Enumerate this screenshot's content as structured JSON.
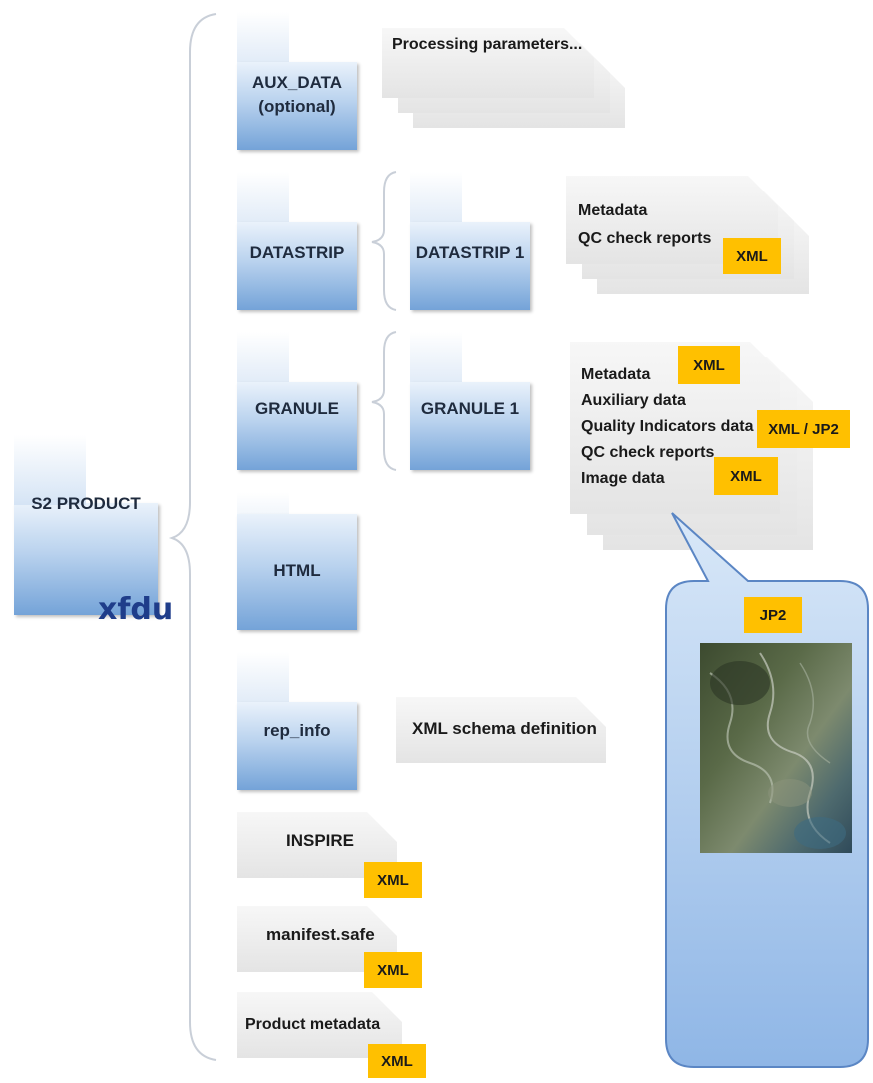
{
  "root": {
    "label": "S2 PRODUCT",
    "sublabel": "xfdu"
  },
  "folders": {
    "aux_data": {
      "line1": "AUX_DATA",
      "line2": "(optional)"
    },
    "datastrip": "DATASTRIP",
    "datastrip1": "DATASTRIP 1",
    "granule": "GRANULE",
    "granule1": "GRANULE 1",
    "html": "HTML",
    "rep_info": "rep_info"
  },
  "docs": {
    "processing": "Processing parameters...",
    "datastrip_meta": [
      "Metadata",
      "QC check reports"
    ],
    "granule_meta": [
      "Metadata",
      "Auxiliary data",
      "Quality Indicators data",
      "QC check reports",
      "Image data"
    ],
    "schema": "XML schema definition",
    "inspire": "INSPIRE",
    "manifest": "manifest.safe",
    "product_metadata": "Product metadata"
  },
  "tags": {
    "xml": "XML",
    "xml_jp2": "XML / JP2",
    "jp2": "JP2"
  },
  "colors": {
    "folder_blue": "#74a3d8",
    "tag_yellow": "#ffc000",
    "callout_blue": "#5b86c4"
  }
}
